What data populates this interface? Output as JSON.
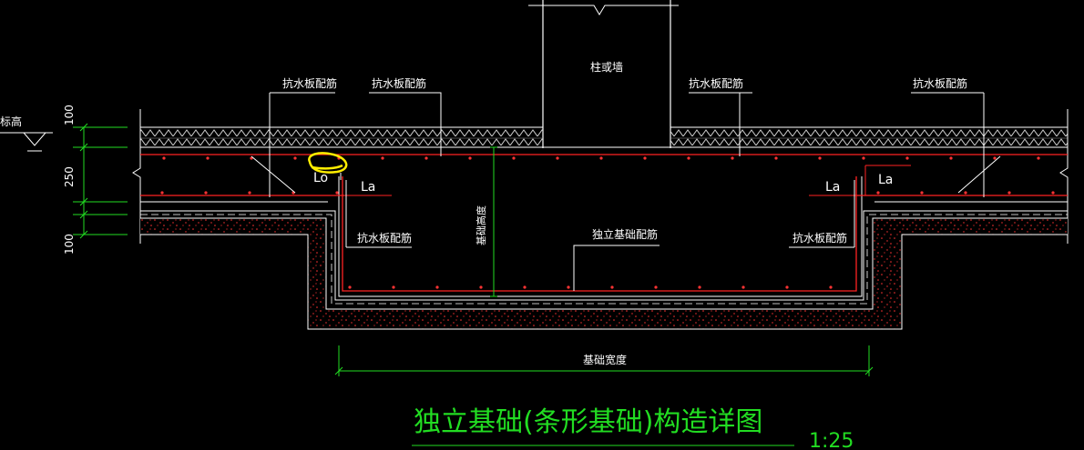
{
  "labels": {
    "column_wall": "柱或墙",
    "waterproof_rebar": "抗水板配筋",
    "footing_rebar": "独立基础配筋",
    "foundation_height": "基础高度",
    "foundation_width": "基础宽度",
    "elevation": "标高",
    "la": "La",
    "lo": "Lo"
  },
  "dimensions": {
    "top": "100",
    "middle": "250",
    "bottom": "100"
  },
  "title": {
    "main": "独立基础(条形基础)构造详图",
    "scale": "1:25"
  },
  "colors": {
    "background": "#000000",
    "line": "#ffffff",
    "rebar": "#ff2222",
    "dimension": "#22dd22",
    "highlight": "#ffee00"
  }
}
